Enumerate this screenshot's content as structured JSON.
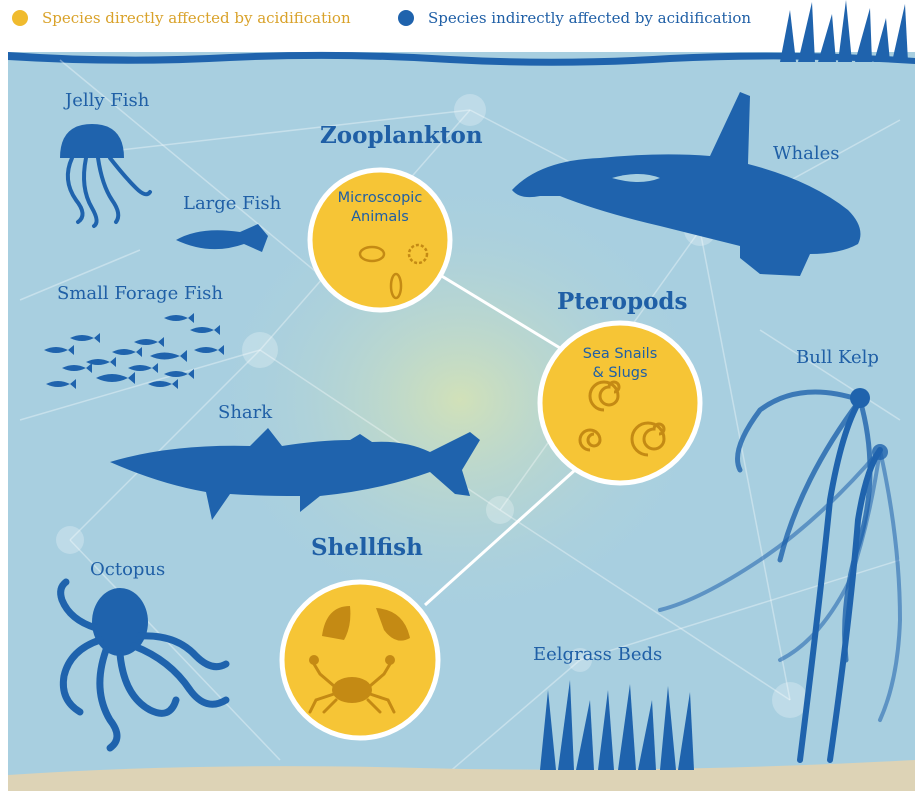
{
  "legend": {
    "direct": {
      "label": "Species directly affected by acidification",
      "color": "#f0bb2e"
    },
    "indirect": {
      "label": "Species indirectly affected by acidification",
      "color": "#1f63ad"
    }
  },
  "colors": {
    "water": "#a8cfe0",
    "silhouette": "#1f63ad",
    "direct_fill": "#f6c536",
    "label": "#1f5fa6",
    "sand": "#ddd3b6"
  },
  "species": {
    "jelly_fish": "Jelly Fish",
    "large_fish": "Large Fish",
    "small_forage_fish": "Small Forage Fish",
    "shark": "Shark",
    "octopus": "Octopus",
    "whales": "Whales",
    "bull_kelp": "Bull Kelp",
    "eelgrass_beds": "Eelgrass Beds"
  },
  "direct_groups": {
    "zooplankton": {
      "title": "Zooplankton",
      "description": [
        "Microscopic",
        "Animals"
      ]
    },
    "pteropods": {
      "title": "Pteropods",
      "description": [
        "Sea Snails",
        "& Slugs"
      ]
    },
    "shellfish": {
      "title": "Shellfish"
    }
  }
}
